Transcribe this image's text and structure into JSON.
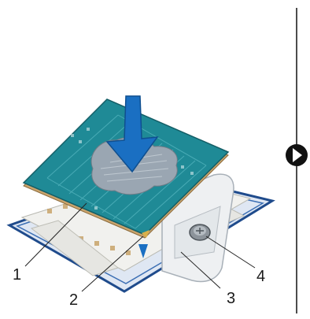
{
  "figure": {
    "callouts": [
      {
        "number": "1"
      },
      {
        "number": "2"
      },
      {
        "number": "3"
      },
      {
        "number": "4"
      }
    ],
    "step_indicator_icon": "circle-chevron-right-icon"
  },
  "colors": {
    "processor_substrate": "#1f8a96",
    "processor_circuit": "#57b7c0",
    "thermal_residue": "#9aa6b2",
    "socket_frame": "#1f4b8c",
    "socket_body": "#f1f1ee",
    "socket_pins": "#c8a46a",
    "arrow": "#1a6fc2",
    "lever_housing": "#e9ecef",
    "divider": "#111111"
  }
}
